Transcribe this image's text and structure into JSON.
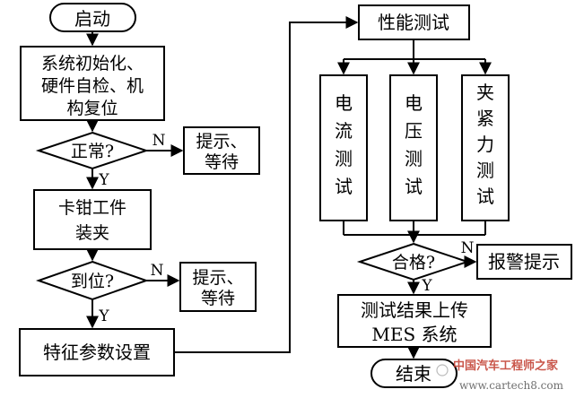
{
  "nodes": {
    "start": "启动",
    "init": [
      "系统初始化、",
      "硬件自检、机",
      "构复位"
    ],
    "normal": "正常?",
    "wait1": [
      "提示、",
      "等待"
    ],
    "clamp": [
      "卡钳工件",
      "装夹"
    ],
    "inplace": "到位?",
    "wait2": [
      "提示、",
      "等待"
    ],
    "params": "特征参数设置",
    "perf": "性能测试",
    "current": [
      "电",
      "流",
      "测",
      "试"
    ],
    "voltage": [
      "电",
      "压",
      "测",
      "试"
    ],
    "force": [
      "夹",
      "紧",
      "力",
      "测",
      "试"
    ],
    "pass": "合格?",
    "alarm": "报警提示",
    "upload": [
      "测试结果上传",
      "MES 系统"
    ],
    "end": "结束"
  },
  "labels": {
    "yes": "Y",
    "no": "N"
  },
  "watermark": {
    "text": "中国汽车工程师之家",
    "url": "www.cartech8.com"
  }
}
